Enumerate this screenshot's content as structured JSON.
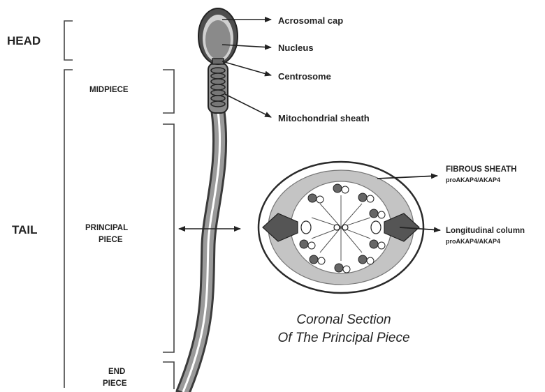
{
  "regions": {
    "head": "HEAD",
    "tail": "TAIL",
    "midpiece": "MIDPIECE",
    "principal_line1": "PRINCIPAL",
    "principal_line2": "PIECE",
    "end_line1": "END",
    "end_line2": "PIECE"
  },
  "parts": {
    "acrosomal_cap": "Acrosomal cap",
    "nucleus": "Nucleus",
    "centrosome": "Centrosome",
    "mitochondrial_sheath": "Mitochondrial sheath"
  },
  "section": {
    "fibrous_sheath": "FIBROUS SHEATH",
    "fibrous_sheath_sub": "proAKAP4/AKAP4",
    "longitudinal_column": "Longitudinal column",
    "longitudinal_column_sub": "proAKAP4/AKAP4",
    "caption_line1": "Coronal Section",
    "caption_line2": "Of The Principal Piece"
  },
  "colors": {
    "line": "#222222",
    "dark_gray": "#5a5a5a",
    "mid_gray": "#8c8c8c",
    "light_gray": "#c4c4c4"
  }
}
